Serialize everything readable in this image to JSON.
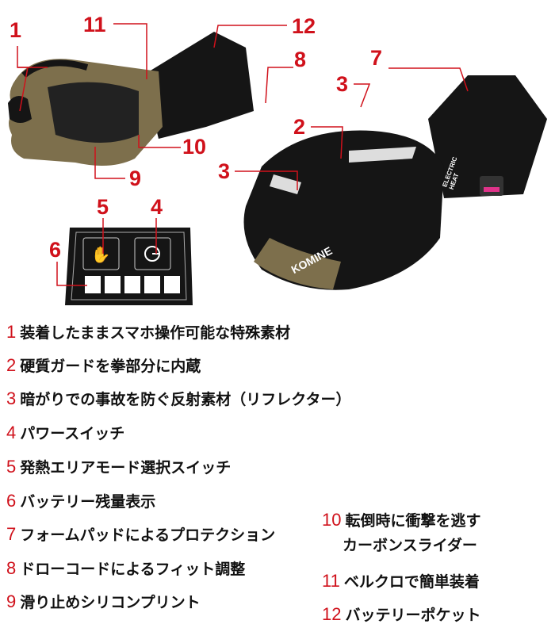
{
  "callouts": [
    "1",
    "11",
    "12",
    "8",
    "7",
    "3",
    "2",
    "3",
    "10",
    "9",
    "5",
    "4",
    "6"
  ],
  "brand_text": "KOMINE",
  "heat_text": "ELECTRIC HEAT",
  "colors": {
    "accent": "#d0111b",
    "glove_black": "#151515",
    "glove_khaki": "#7d6f4c"
  },
  "features": [
    {
      "num": "1",
      "text": "装着したままスマホ操作可能な特殊素材"
    },
    {
      "num": "2",
      "text": "硬質ガードを拳部分に内蔵"
    },
    {
      "num": "3",
      "text": "暗がりでの事故を防ぐ反射素材（リフレクター）"
    },
    {
      "num": "4",
      "text": "パワースイッチ"
    },
    {
      "num": "5",
      "text": "発熱エリアモード選択スイッチ"
    },
    {
      "num": "6",
      "text": "バッテリー残量表示"
    },
    {
      "num": "7",
      "text": "フォームパッドによるプロテクション"
    },
    {
      "num": "8",
      "text": "ドローコードによるフィット調整"
    },
    {
      "num": "9",
      "text": "滑り止めシリコンプリント"
    },
    {
      "num": "10",
      "text": "転倒時に衝撃を逃す",
      "text2": "カーボンスライダー"
    },
    {
      "num": "11",
      "text": "ベルクロで簡単装着"
    },
    {
      "num": "12",
      "text": "バッテリーポケット"
    }
  ]
}
